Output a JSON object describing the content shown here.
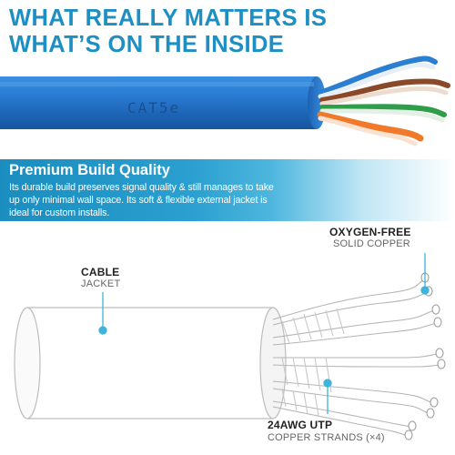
{
  "headline": {
    "line1": "WHAT REALLY MATTERS IS",
    "line2": "WHAT’S ON THE INSIDE"
  },
  "cable_print": "CAT5e",
  "build_quality": {
    "title": "Premium Build Quality",
    "body": "Its durable build preserves signal quality & still manages to take up only minimal wall space. Its soft & flexible external jacket is ideal for custom installs."
  },
  "callouts": {
    "copper": {
      "title": "OXYGEN-FREE",
      "subtitle": "SOLID COPPER"
    },
    "jacket": {
      "title": "CABLE",
      "subtitle": "JACKET"
    },
    "strands": {
      "title": "24AWG UTP",
      "subtitle": "COPPER STRANDS (×4)"
    }
  },
  "colors": {
    "brand_blue": "#1d8fc2",
    "jacket_blue": "#1f6fc4",
    "wire_orange": "#f07a2a",
    "wire_green": "#2f9e4a",
    "wire_brown": "#8a4a2a",
    "wire_blue": "#2a7fd0",
    "accent_dot": "#3fb3d9"
  }
}
